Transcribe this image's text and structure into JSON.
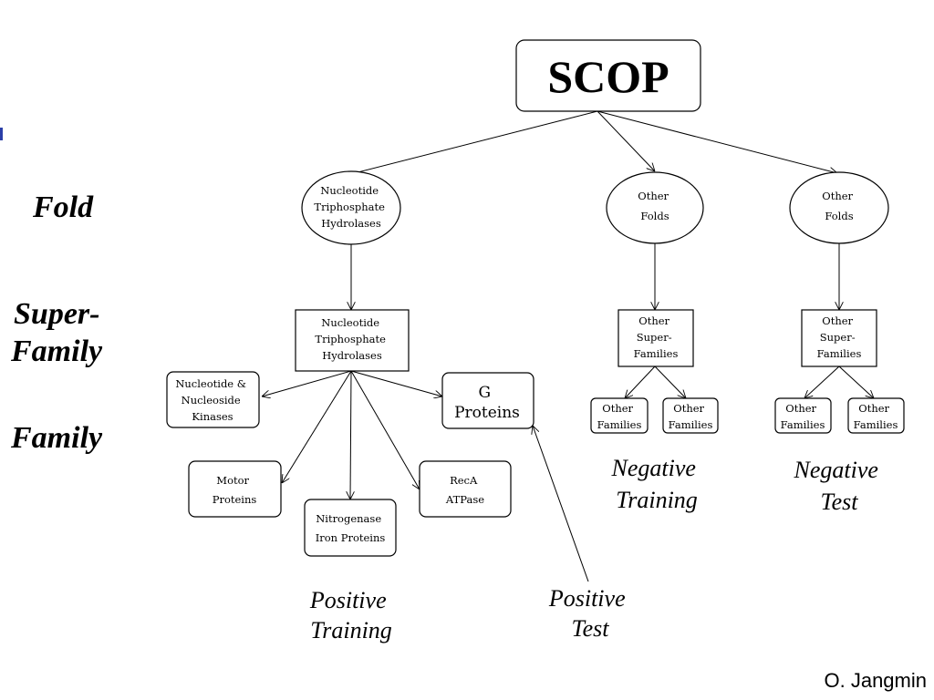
{
  "title": "SCOP",
  "levels": {
    "fold": "Fold",
    "superfamily": [
      "Super-",
      "Family"
    ],
    "family": "Family"
  },
  "nodes": {
    "ntp_fold": [
      "Nucleotide",
      "Triphosphate",
      "Hydrolases"
    ],
    "other_folds_1": [
      "Other",
      "Folds"
    ],
    "other_folds_2": [
      "Other",
      "Folds"
    ],
    "ntp_superfamily": [
      "Nucleotide",
      "Triphosphate",
      "Hydrolases"
    ],
    "other_superfamilies_1": [
      "Other",
      "Super-",
      "Families"
    ],
    "other_superfamilies_2": [
      "Other",
      "Super-",
      "Families"
    ],
    "nucleotide_kinases": [
      "Nucleotide &",
      "Nucleoside",
      "Kinases"
    ],
    "g_proteins": [
      "G",
      "Proteins"
    ],
    "motor_proteins": [
      "Motor",
      "Proteins"
    ],
    "nitrogenase": [
      "Nitrogenase",
      "Iron Proteins"
    ],
    "reca": [
      "RecA",
      "ATPase"
    ],
    "other_families_1a": [
      "Other",
      "Families"
    ],
    "other_families_1b": [
      "Other",
      "Families"
    ],
    "other_families_2a": [
      "Other",
      "Families"
    ],
    "other_families_2b": [
      "Other",
      "Families"
    ]
  },
  "groups": {
    "positive_training": [
      "Positive",
      "Training"
    ],
    "positive_test": [
      "Positive",
      "Test"
    ],
    "negative_training": [
      "Negative",
      "Training"
    ],
    "negative_test": [
      "Negative",
      "Test"
    ]
  },
  "credit": "O. Jangmin"
}
